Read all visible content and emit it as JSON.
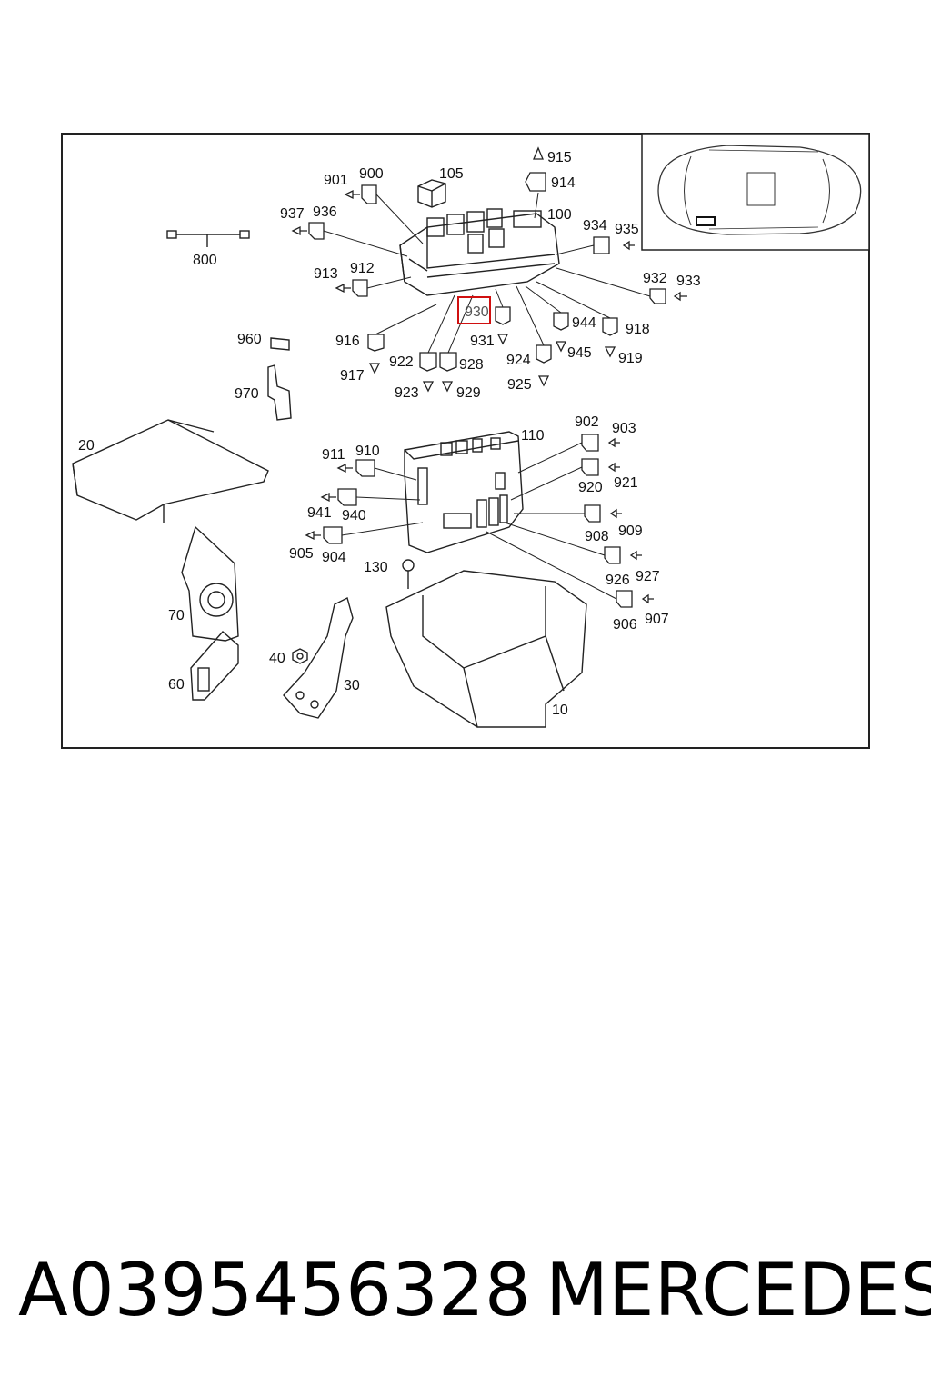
{
  "footer": {
    "part_number": "A0395456328",
    "brand": "MERCEDES"
  },
  "diagram": {
    "highlight_color": "#d01010",
    "highlighted_callout": "930",
    "callouts": {
      "c915": "915",
      "c914": "914",
      "c901": "901",
      "c900": "900",
      "c105": "105",
      "c937": "937",
      "c936": "936",
      "c100": "100",
      "c934": "934",
      "c935": "935",
      "c800": "800",
      "c913": "913",
      "c912": "912",
      "c932": "932",
      "c933": "933",
      "c930": "930",
      "c944": "944",
      "c918": "918",
      "c960": "960",
      "c916": "916",
      "c931": "931",
      "c945": "945",
      "c919": "919",
      "c917": "917",
      "c922": "922",
      "c928": "928",
      "c924": "924",
      "c925": "925",
      "c923": "923",
      "c929": "929",
      "c970": "970",
      "c902": "902",
      "c903": "903",
      "c110": "110",
      "c20": "20",
      "c911": "911",
      "c910": "910",
      "c920": "920",
      "c921": "921",
      "c941": "941",
      "c940": "940",
      "c908": "908",
      "c909": "909",
      "c905": "905",
      "c904": "904",
      "c926": "926",
      "c927": "927",
      "c130": "130",
      "c906": "906",
      "c907": "907",
      "c70": "70",
      "c40": "40",
      "c30": "30",
      "c60": "60",
      "c10": "10"
    }
  }
}
